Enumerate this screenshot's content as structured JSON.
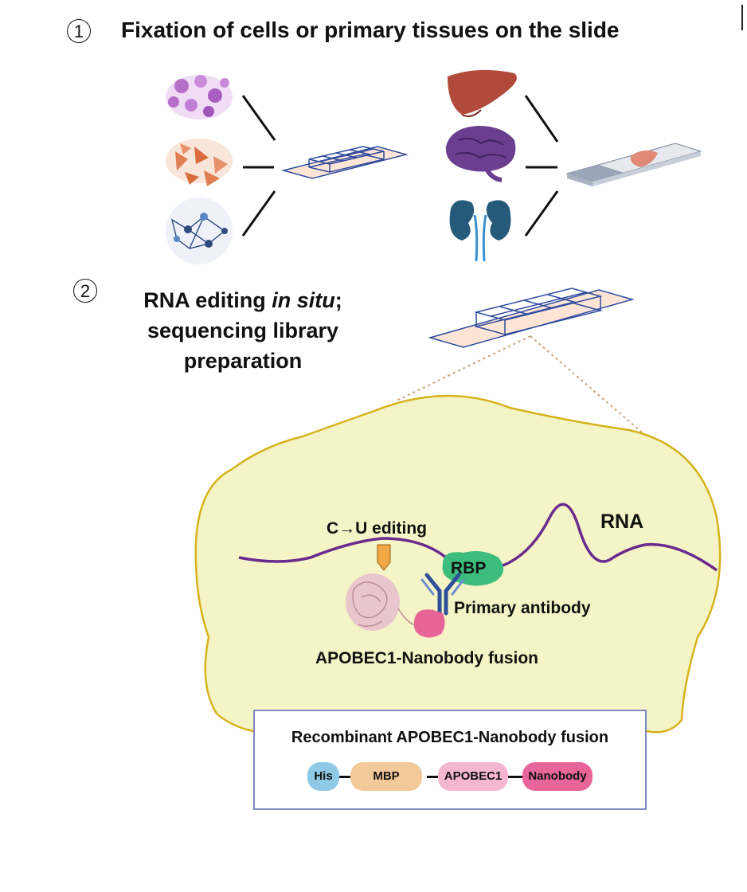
{
  "step1": {
    "number": "1",
    "title": "Fixation of cells or primary tissues on the slide"
  },
  "step2": {
    "number": "2",
    "title_part1": "RNA editing ",
    "title_italic": "in situ",
    "title_part2": ";",
    "title_line2": "sequencing library",
    "title_line3": "preparation"
  },
  "zoom": {
    "editing_label": "C→U editing",
    "rna_label": "RNA",
    "rbp_label": "RBP",
    "antibody_label": "Primary antibody",
    "fusion_label": "APOBEC1-Nanobody fusion"
  },
  "construct": {
    "title": "Recombinant APOBEC1-Nanobody fusion",
    "domains": [
      {
        "label": "His",
        "color": "#8ecae6"
      },
      {
        "label": "MBP",
        "color": "#f4c99a"
      },
      {
        "label": "APOBEC1",
        "color": "#f5b6cf"
      },
      {
        "label": "Nanobody",
        "color": "#e8659a"
      }
    ]
  },
  "icons": [
    "cultured-cells-purple-icon",
    "cultured-cells-orange-icon",
    "neuron-network-icon",
    "chamber-slide-icon",
    "liver-icon",
    "brain-icon",
    "kidney-icon",
    "tissue-slide-icon"
  ],
  "colors": {
    "blob_fill": "#f4f4c6",
    "blob_edge": "#d6b21c",
    "rna_line": "#6b2a8e",
    "rbp": "#3dbd7d",
    "antibody": "#2d4e9b",
    "chamber_blue": "#2e4a9e",
    "slide_pink": "#fde5d6"
  }
}
